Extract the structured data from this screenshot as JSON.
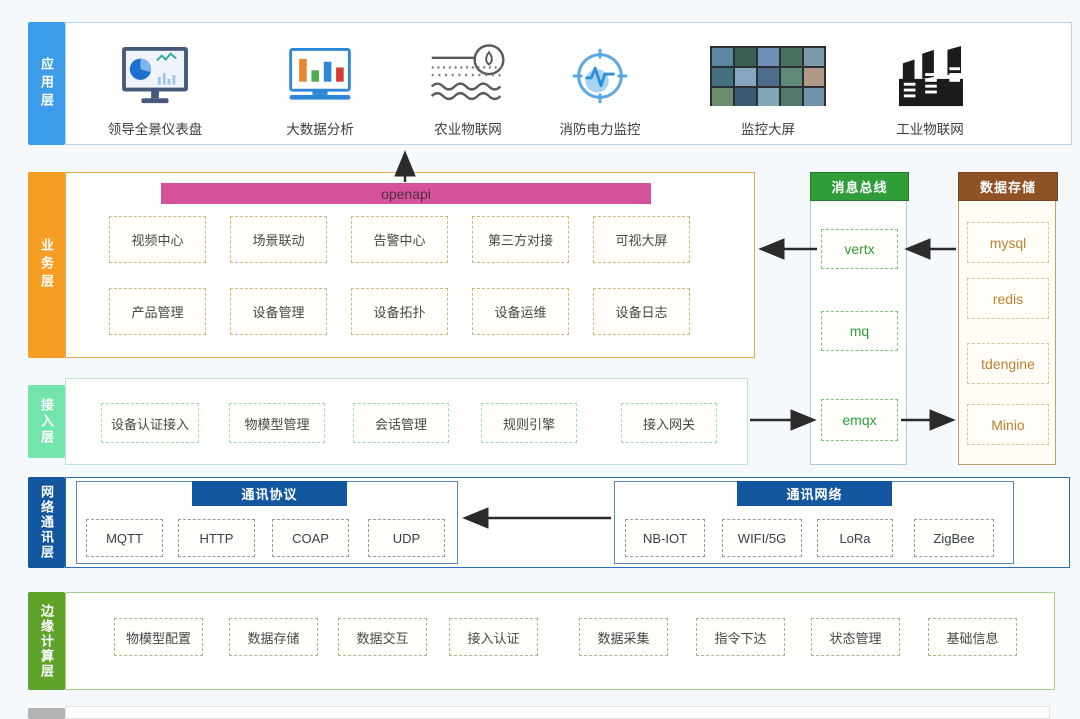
{
  "layers": {
    "app": {
      "label": "应用层",
      "color": "#3d9ce9",
      "items": [
        {
          "name": "领导全景仪表盘",
          "icon": "dashboard-monitor-icon"
        },
        {
          "name": "大数据分析",
          "icon": "bar-chart-monitor-icon"
        },
        {
          "name": "农业物联网",
          "icon": "agriculture-iot-icon"
        },
        {
          "name": "消防电力监控",
          "icon": "fire-power-monitor-icon"
        },
        {
          "name": "监控大屏",
          "icon": "monitor-wall-icon"
        },
        {
          "name": "工业物联网",
          "icon": "industry-iot-icon"
        }
      ]
    },
    "business": {
      "label": "业务层",
      "color": "#f59e23",
      "openapi_label": "openapi",
      "openapi_color": "#d6539c",
      "row1": [
        "视频中心",
        "场景联动",
        "告警中心",
        "第三方对接",
        "可视大屏"
      ],
      "row2": [
        "产品管理",
        "设备管理",
        "设备拓扑",
        "设备运维",
        "设备日志"
      ]
    },
    "message_bus": {
      "title": "消息总线",
      "color": "#2f9e39",
      "items": [
        "vertx",
        "mq",
        "emqx"
      ]
    },
    "data_store": {
      "title": "数据存储",
      "color": "#8f5225",
      "items": [
        "mysql",
        "redis",
        "tdengine",
        "Minio"
      ]
    },
    "access": {
      "label": "接入层",
      "color": "#72e5ad",
      "items": [
        "设备认证接入",
        "物模型管理",
        "会话管理",
        "规则引擎",
        "接入网关"
      ]
    },
    "network": {
      "label": "网络通讯层",
      "color": "#1256a0",
      "protocol": {
        "title": "通讯协议",
        "items": [
          "MQTT",
          "HTTP",
          "COAP",
          "UDP"
        ]
      },
      "net": {
        "title": "通讯网络",
        "items": [
          "NB-IOT",
          "WIFI/5G",
          "LoRa",
          "ZigBee"
        ]
      }
    },
    "edge": {
      "label": "边缘计算层",
      "color": "#5fa32b",
      "items": [
        "物模型配置",
        "数据存储",
        "数据交互",
        "接入认证",
        "数据采集",
        "指令下达",
        "状态管理",
        "基础信息"
      ]
    }
  }
}
